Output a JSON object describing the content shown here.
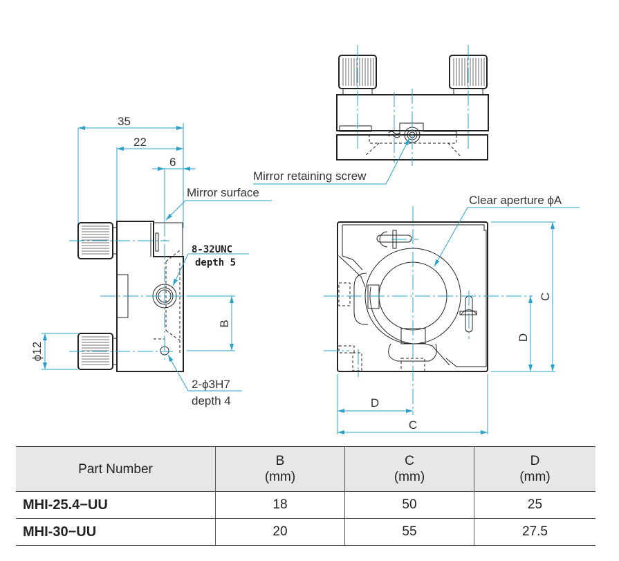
{
  "side_view": {
    "dim_35": "35",
    "dim_22": "22",
    "dim_6": "6",
    "mirror_surface": "Mirror surface",
    "thread_line1": "8-32UNC",
    "thread_line2": "depth 5",
    "dim_b": "B",
    "dim_phi12": "ϕ12",
    "pin_line1": "2-ϕ3H7",
    "pin_line2": "depth 4"
  },
  "top_view": {
    "mirror_retaining_screw": "Mirror retaining screw"
  },
  "front_view": {
    "clear_aperture": "Clear aperture ϕA",
    "dim_c_vertical": "C",
    "dim_d_vertical": "D",
    "dim_d_horizontal": "D",
    "dim_c_horizontal": "C"
  },
  "spec_table": {
    "headers": [
      {
        "line1": "Part Number",
        "line2": ""
      },
      {
        "line1": "B",
        "line2": "(mm)"
      },
      {
        "line1": "C",
        "line2": "(mm)"
      },
      {
        "line1": "D",
        "line2": "(mm)"
      }
    ],
    "rows": [
      {
        "part_number": "MHI-25.4−UU",
        "b": "18",
        "c": "50",
        "d": "25"
      },
      {
        "part_number": "MHI-30−UU",
        "b": "20",
        "c": "55",
        "d": "27.5"
      }
    ]
  },
  "colors": {
    "dimension_line": "#2aa0c8",
    "outline": "#222222",
    "table_header_bg": "#e6e7e9"
  }
}
